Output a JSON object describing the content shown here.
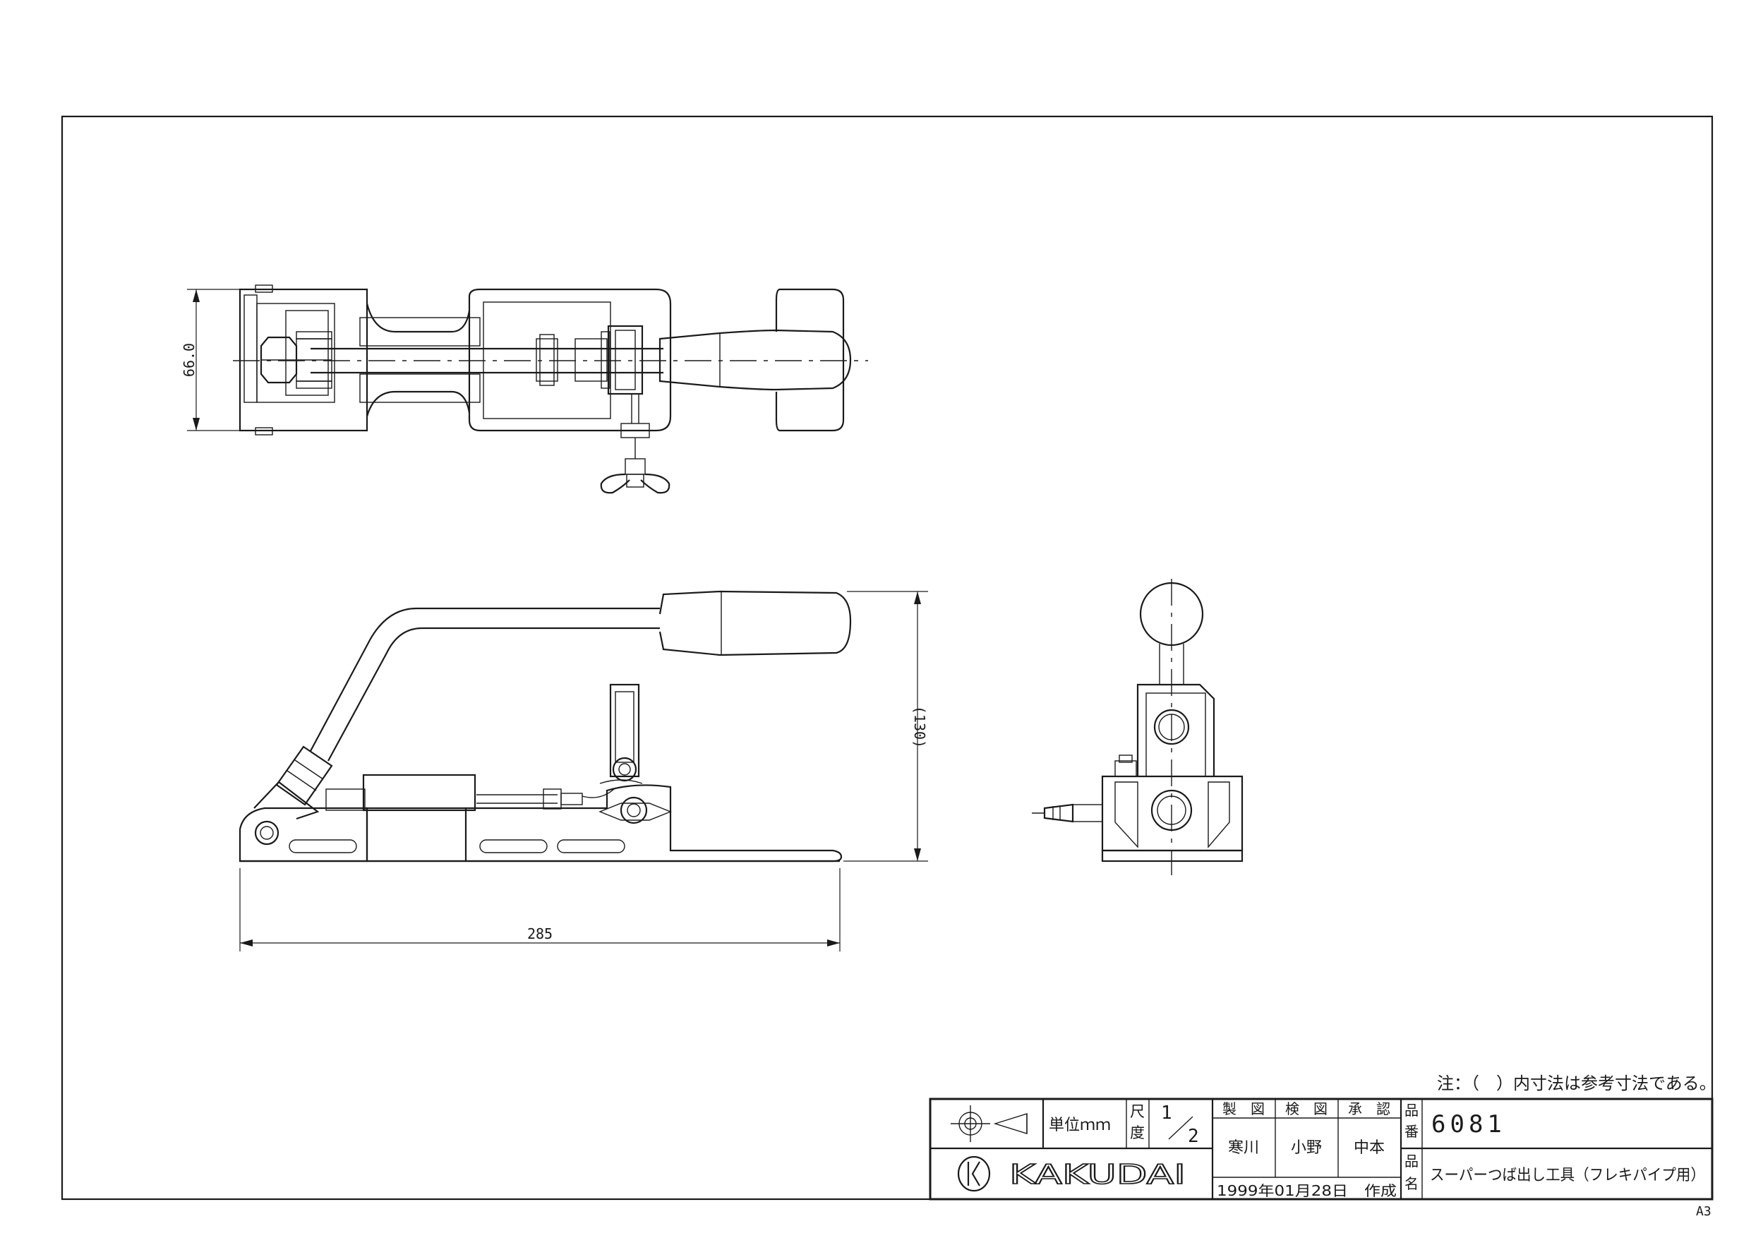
{
  "dimensions": {
    "width_top": "66.0",
    "height_side": "(130)",
    "length_side": "285"
  },
  "note": "注：（　）内寸法は参考寸法である。",
  "title_block": {
    "projection_symbol": "third-angle-projection-icon",
    "unit_label": "単位ｍｍ",
    "scale_label_1": "尺",
    "scale_label_2": "度",
    "scale_numerator": "1",
    "scale_denominator": "2",
    "drawn_label": "製　図",
    "checked_label": "検　図",
    "approved_label": "承　認",
    "drawn_by": "寒川",
    "checked_by": "小野",
    "approved_by": "中本",
    "company": "KAKUDAI",
    "date": "1999年01月28日　作成",
    "part_no_label_1": "品",
    "part_no_label_2": "番",
    "part_no": "6081",
    "part_name_label_1": "品",
    "part_name_label_2": "名",
    "part_name": "スーパーつば出し工具（フレキパイプ用）",
    "sheet_size": "A3"
  },
  "colors": {
    "ink": "#1a1a1a",
    "paper": "#ffffff"
  }
}
